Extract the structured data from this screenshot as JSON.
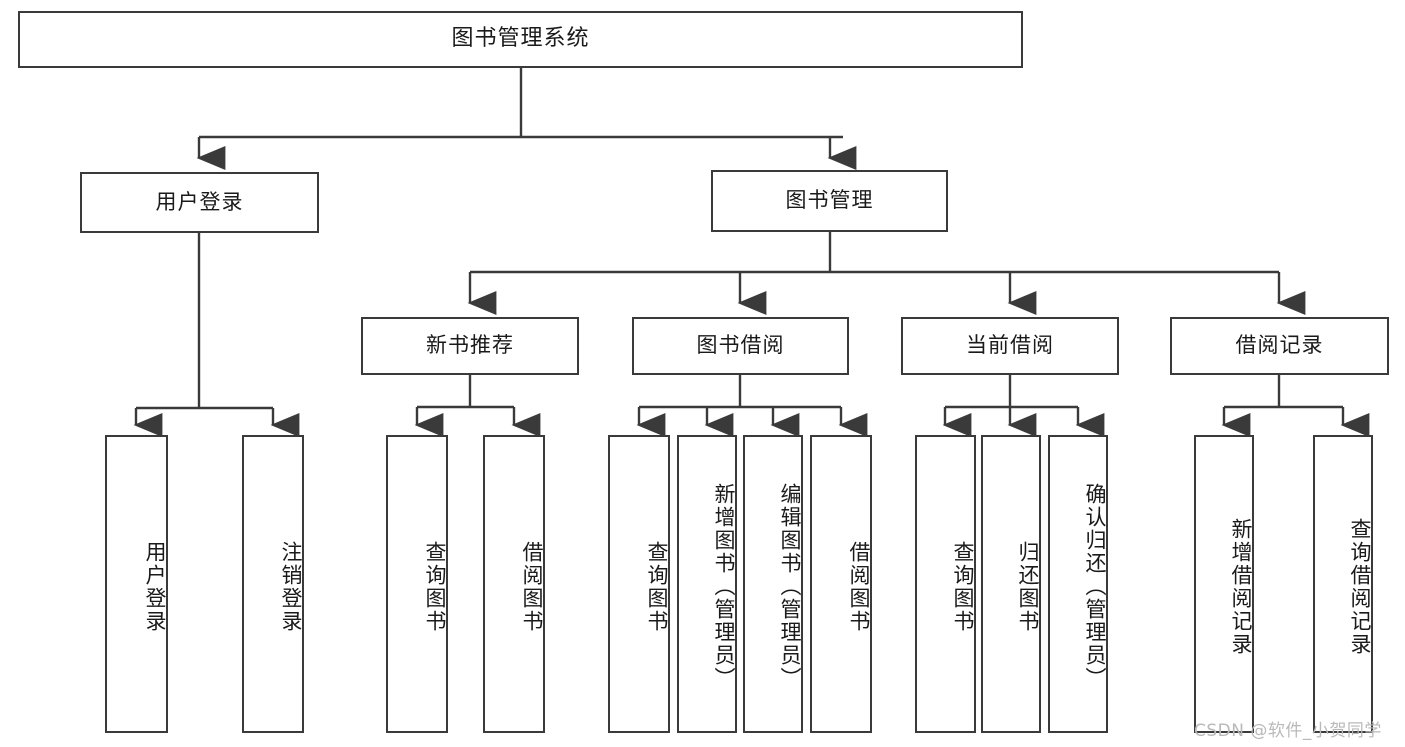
{
  "diagram": {
    "type": "tree-hierarchy-chart",
    "title": "图书管理系统",
    "line_color": "#3a3a3a",
    "box_fill": "#ffffff",
    "text_color": "#1a1a1a",
    "watermark": "CSDN @软件_小贺同学"
  },
  "root": {
    "label": "图书管理系统"
  },
  "level2": [
    {
      "label": "用户登录"
    },
    {
      "label": "图书管理"
    }
  ],
  "level3": [
    {
      "label": "新书推荐"
    },
    {
      "label": "图书借阅"
    },
    {
      "label": "当前借阅"
    },
    {
      "label": "借阅记录"
    }
  ],
  "leaves": {
    "user_login": [
      {
        "label": "用户登录"
      },
      {
        "label": "注销登录"
      }
    ],
    "new_book_recommend": [
      {
        "label": "查询图书"
      },
      {
        "label": "借阅图书"
      }
    ],
    "book_borrow": [
      {
        "label": "查询图书"
      },
      {
        "label": "新增图书（管理员）"
      },
      {
        "label": "编辑图书（管理员）"
      },
      {
        "label": "借阅图书"
      }
    ],
    "current_borrow": [
      {
        "label": "查询图书"
      },
      {
        "label": "归还图书"
      },
      {
        "label": "确认归还（管理员）"
      }
    ],
    "borrow_record": [
      {
        "label": "新增借阅记录"
      },
      {
        "label": "查询借阅记录"
      }
    ]
  }
}
